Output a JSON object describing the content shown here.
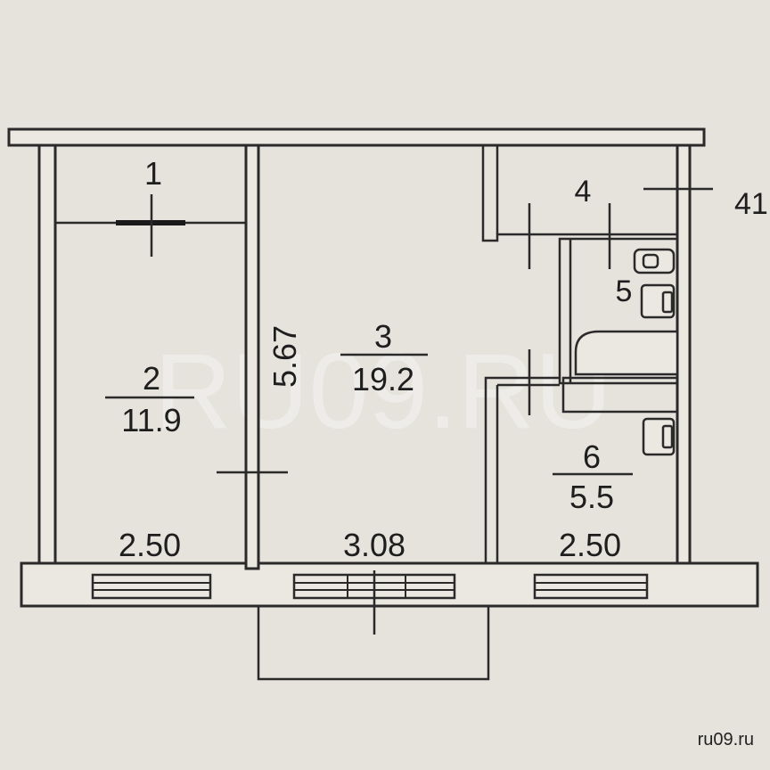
{
  "rooms": [
    {
      "number": "1",
      "area": ""
    },
    {
      "number": "2",
      "area": "11.9"
    },
    {
      "number": "3",
      "area": "19.2"
    },
    {
      "number": "4",
      "area": ""
    },
    {
      "number": "5",
      "area": ""
    },
    {
      "number": "6",
      "area": "5.5"
    }
  ],
  "dimensions": {
    "height_room3": "5.67",
    "width_room2": "2.50",
    "width_room3": "3.08",
    "width_room6": "2.50",
    "edge_label": "41"
  },
  "watermark": "RU09.RU",
  "site": "ru09.ru"
}
